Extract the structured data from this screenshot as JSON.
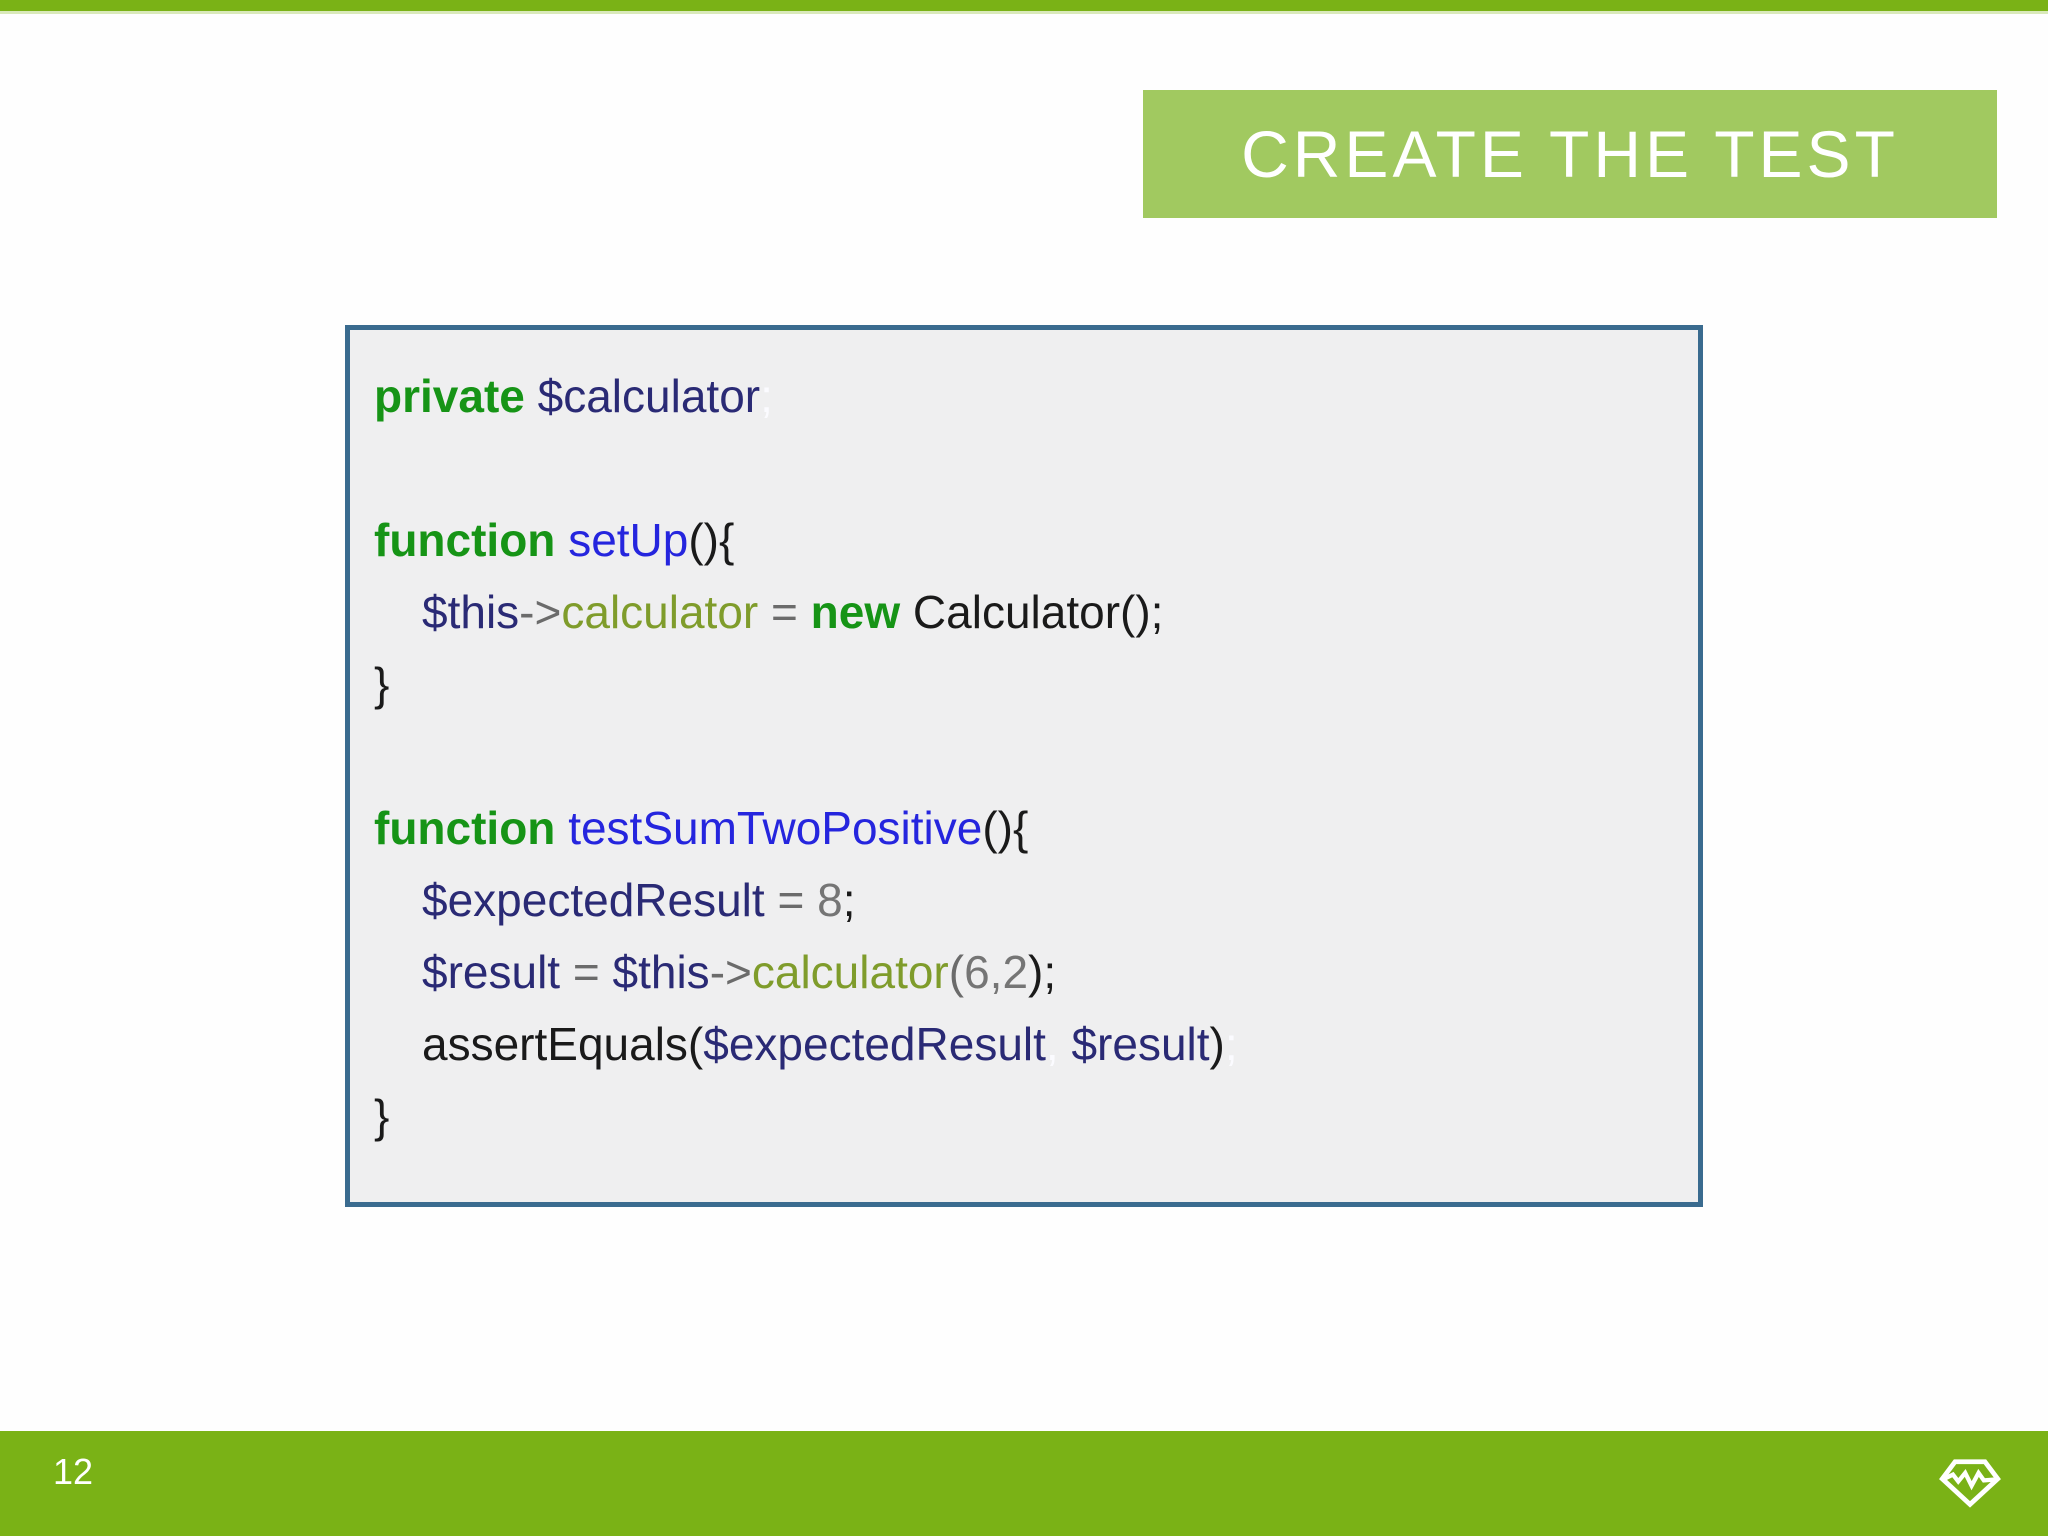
{
  "slide": {
    "title": "CREATE THE TEST",
    "page_number": "12"
  },
  "icons": {
    "footer_logo": "gem-pulse-icon"
  },
  "colors": {
    "top_bar_green": "#7AB216",
    "title_banner_green": "#A1C960",
    "footer_green": "#7AB216",
    "code_background": "#EFEFF0",
    "code_border_blue": "#3A6B8F",
    "keyword_green": "#169416",
    "function_blue": "#2525DE",
    "variable_navy": "#2A2A75",
    "property_olive": "#7F9C2B",
    "operator_gray": "#6B6B6B",
    "number_gray": "#757575",
    "plain_black": "#1A1A1A",
    "faint_punctuation_white": "#FBFBFF",
    "title_text_white": "#FFFFFF"
  },
  "code": {
    "language": "php",
    "lines": [
      {
        "indent": 0,
        "tokens": [
          {
            "t": "private",
            "c": "kw"
          },
          {
            "t": " ",
            "c": "plain"
          },
          {
            "t": "$calculator",
            "c": "var"
          },
          {
            "t": ";",
            "c": "faint"
          }
        ]
      },
      {
        "indent": 0,
        "tokens": []
      },
      {
        "indent": 0,
        "tokens": [
          {
            "t": "function",
            "c": "kw"
          },
          {
            "t": " ",
            "c": "plain"
          },
          {
            "t": "setUp",
            "c": "fn"
          },
          {
            "t": "(){",
            "c": "plain"
          }
        ]
      },
      {
        "indent": 1,
        "tokens": [
          {
            "t": "$this",
            "c": "var"
          },
          {
            "t": "->",
            "c": "op"
          },
          {
            "t": "calculator",
            "c": "prop"
          },
          {
            "t": " = ",
            "c": "op"
          },
          {
            "t": "new",
            "c": "kw"
          },
          {
            "t": " Calculator();",
            "c": "plain"
          }
        ]
      },
      {
        "indent": 0,
        "tokens": [
          {
            "t": "}",
            "c": "plain"
          }
        ]
      },
      {
        "indent": 0,
        "tokens": []
      },
      {
        "indent": 0,
        "tokens": [
          {
            "t": "function",
            "c": "kw"
          },
          {
            "t": " ",
            "c": "plain"
          },
          {
            "t": "testSumTwoPositive",
            "c": "fn"
          },
          {
            "t": "(){",
            "c": "plain"
          }
        ]
      },
      {
        "indent": 1,
        "tokens": [
          {
            "t": "$expectedResult",
            "c": "var"
          },
          {
            "t": " = ",
            "c": "op"
          },
          {
            "t": "8",
            "c": "num"
          },
          {
            "t": ";",
            "c": "plain"
          }
        ]
      },
      {
        "indent": 1,
        "tokens": [
          {
            "t": "$result",
            "c": "var"
          },
          {
            "t": " = ",
            "c": "op"
          },
          {
            "t": "$this",
            "c": "var"
          },
          {
            "t": "->",
            "c": "op"
          },
          {
            "t": "calculator",
            "c": "prop"
          },
          {
            "t": "(",
            "c": "op"
          },
          {
            "t": "6,2",
            "c": "num"
          },
          {
            "t": ");",
            "c": "plain"
          }
        ]
      },
      {
        "indent": 1,
        "tokens": [
          {
            "t": "assertEquals(",
            "c": "plain"
          },
          {
            "t": "$expectedResult",
            "c": "var"
          },
          {
            "t": ", ",
            "c": "faint"
          },
          {
            "t": "$result",
            "c": "var"
          },
          {
            "t": ")",
            "c": "plain"
          },
          {
            "t": ";",
            "c": "faint"
          }
        ]
      },
      {
        "indent": 0,
        "tokens": [
          {
            "t": "}",
            "c": "plain"
          }
        ]
      }
    ]
  }
}
